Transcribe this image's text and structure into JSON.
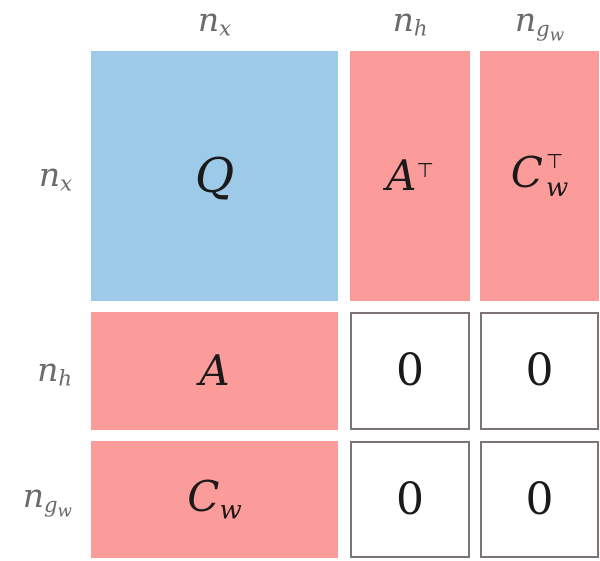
{
  "diagram": {
    "col_headers": [
      {
        "base": "n",
        "sub": "x"
      },
      {
        "base": "n",
        "sub": "h"
      },
      {
        "base": "n",
        "sub": "g",
        "subsub": "w"
      }
    ],
    "row_headers": [
      {
        "base": "n",
        "sub": "x"
      },
      {
        "base": "n",
        "sub": "h"
      },
      {
        "base": "n",
        "sub": "g",
        "subsub": "w"
      }
    ],
    "blocks": {
      "q": {
        "main": "Q"
      },
      "a_t": {
        "main": "A",
        "sup": "⊤"
      },
      "cw_t": {
        "main": "C",
        "sub": "w",
        "sup": "⊤"
      },
      "a": {
        "main": "A"
      },
      "cw": {
        "main": "C",
        "sub": "w"
      },
      "zero": {
        "main": "0"
      }
    },
    "colors": {
      "q_block": "#9DCAE8",
      "offdiag_block": "#FC9C9A",
      "zero_block_bg": "#FFFFFF",
      "zero_block_border": "#7B7473",
      "header_text": "#6D6A69",
      "block_text": "#1A1A1A",
      "background": "#FFFFFF"
    }
  }
}
